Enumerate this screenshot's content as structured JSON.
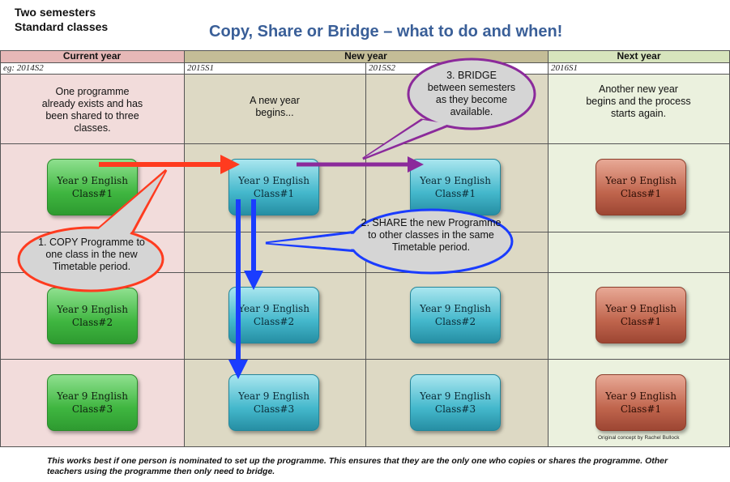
{
  "header": {
    "top_left_line1": "Two semesters",
    "top_left_line2": "Standard classes",
    "title": "Copy, Share or Bridge – what to do and when!"
  },
  "columns": {
    "current_year": "Current year",
    "new_year": "New year",
    "next_year": "Next year"
  },
  "terms": [
    "eg: 2014S2",
    "2015S1",
    "2015S2",
    "2016S1"
  ],
  "descriptions": {
    "current": "One programme already exists and has been shared to three classes.",
    "new": "A new year begins...",
    "next": "Another new year begins and the process starts again."
  },
  "classes": {
    "current": [
      {
        "line1": "Year 9 English",
        "line2": "Class#1"
      },
      {
        "line1": "Year 9 English",
        "line2": "Class#2"
      },
      {
        "line1": "Year 9 English",
        "line2": "Class#3"
      }
    ],
    "s1": [
      {
        "line1": "Year 9 English",
        "line2": "Class#1"
      },
      {
        "line1": "Year 9 English",
        "line2": "Class#2"
      },
      {
        "line1": "Year 9 English",
        "line2": "Class#3"
      }
    ],
    "s2": [
      {
        "line1": "Year 9 English",
        "line2": "Class#1"
      },
      {
        "line1": "Year 9 English",
        "line2": "Class#2"
      },
      {
        "line1": "Year 9 English",
        "line2": "Class#3"
      }
    ],
    "next": [
      {
        "line1": "Year 9 English",
        "line2": "Class#1"
      },
      {
        "line1": "Year 9 English",
        "line2": "Class#1"
      },
      {
        "line1": "Year 9 English",
        "line2": "Class#1"
      }
    ]
  },
  "callouts": {
    "copy": "1. COPY Programme to one class in the new Timetable period.",
    "share": "2. SHARE the new Programme to other classes in the same Timetable period.",
    "bridge": "3. BRIDGE between semesters as they become available."
  },
  "colors": {
    "current_bg": "#f2dcdb",
    "new_bg": "#ddd9c4",
    "next_bg": "#ebf1de",
    "header_current": "#e6b8b7",
    "header_new": "#c4bd97",
    "header_next": "#d7e4bd",
    "copy": "#ff3b1f",
    "share": "#1a3cff",
    "bridge": "#8b2a9b",
    "title": "#3a5f98"
  },
  "footer": "This works best if one person is nominated to set up the programme. This ensures that they are the only one who copies or shares the programme. Other teachers using the programme then only need to bridge.",
  "credit": "Original concept by Rachel Bullock"
}
